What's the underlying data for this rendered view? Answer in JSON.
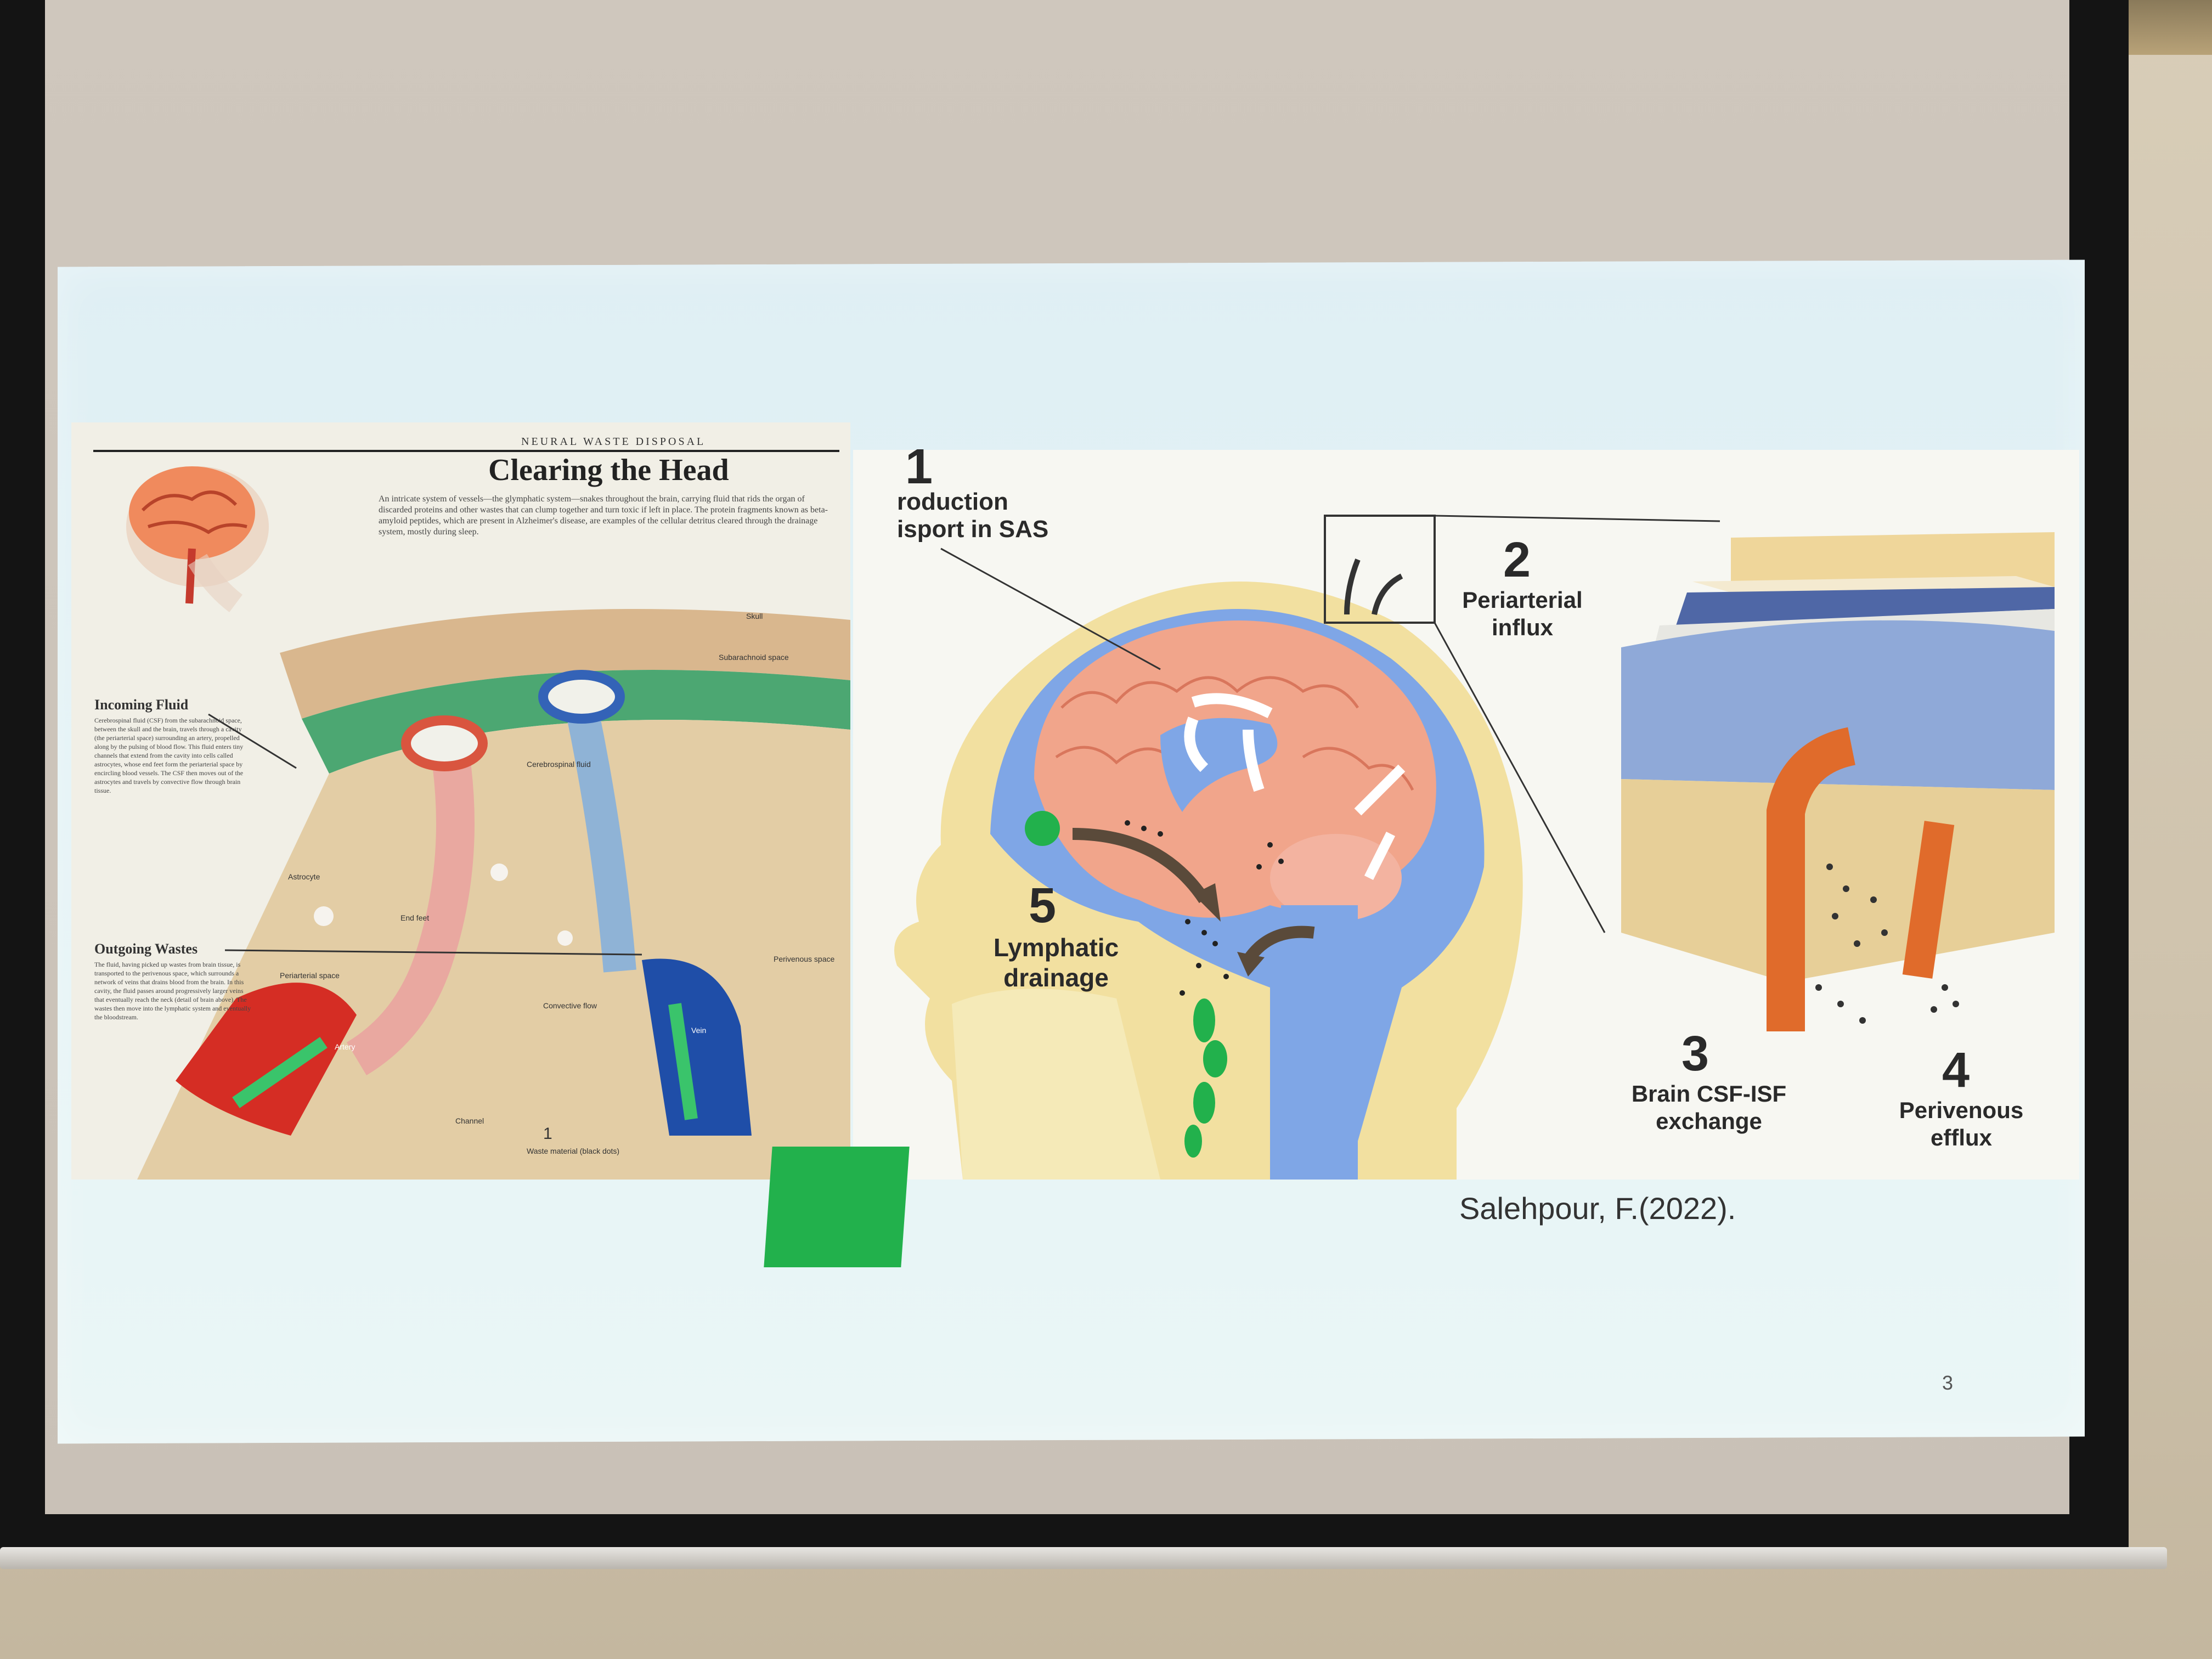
{
  "article": {
    "kicker": "NEURAL WASTE DISPOSAL",
    "title": "Clearing the Head",
    "intro": "An intricate system of vessels—the glymphatic system—snakes throughout the brain, carrying fluid that rids the organ of discarded proteins and other wastes that can clump together and turn toxic if left in place. The protein fragments known as beta-amyloid peptides, which are present in Alzheimer's disease, are examples of the cellular detritus cleared through the drainage system, mostly during sleep.",
    "incoming_heading": "Incoming Fluid",
    "incoming_text": "Cerebrospinal fluid (CSF) from the subarachnoid space, between the skull and the brain, travels through a cavity (the periarterial space) surrounding an artery, propelled along by the pulsing of blood flow. This fluid enters tiny channels that extend from the cavity into cells called astrocytes, whose end feet form the periarterial space by encircling blood vessels. The CSF then moves out of the astrocytes and travels by convective flow through brain tissue.",
    "outgoing_heading": "Outgoing Wastes",
    "outgoing_text": "The fluid, having picked up wastes from brain tissue, is transported to the perivenous space, which surrounds a network of veins that drains blood from the brain. In this cavity, the fluid passes around progressively larger veins that eventually reach the neck (detail of brain above). The wastes then move into the lymphatic system and eventually the bloodstream.",
    "labels": {
      "skull": "Skull",
      "subarachnoid": "Subarachnoid space",
      "csf": "Cerebrospinal fluid",
      "astrocyte": "Astrocyte",
      "end_feet": "End feet",
      "periarterial": "Periarterial space",
      "artery": "Artery",
      "convective": "Convective flow",
      "channel": "Channel",
      "vein": "Vein",
      "perivenous": "Perivenous space",
      "waste": "Waste material (black dots)",
      "num1": "1"
    }
  },
  "diagram": {
    "step1_num": "1",
    "step1_line1": "roduction",
    "step1_line2": "isport in SAS",
    "step2_num": "2",
    "step2_line1": "Periarterial",
    "step2_line2": "influx",
    "step3_num": "3",
    "step3_line1": "Brain CSF-ISF",
    "step3_line2": "exchange",
    "step4_num": "4",
    "step4_line1": "Perivenous",
    "step4_line2": "efflux",
    "step5_num": "5",
    "step5_line1": "Lymphatic",
    "step5_line2": "drainage"
  },
  "citation": "Salehpour, F.(2022).",
  "slide_number": "3",
  "colors": {
    "brain": "#f1a58b",
    "csf_blue": "#7fa6e6",
    "skin": "#f3e3a8",
    "artery": "#e06b2b",
    "accent_green": "#22b14c"
  }
}
